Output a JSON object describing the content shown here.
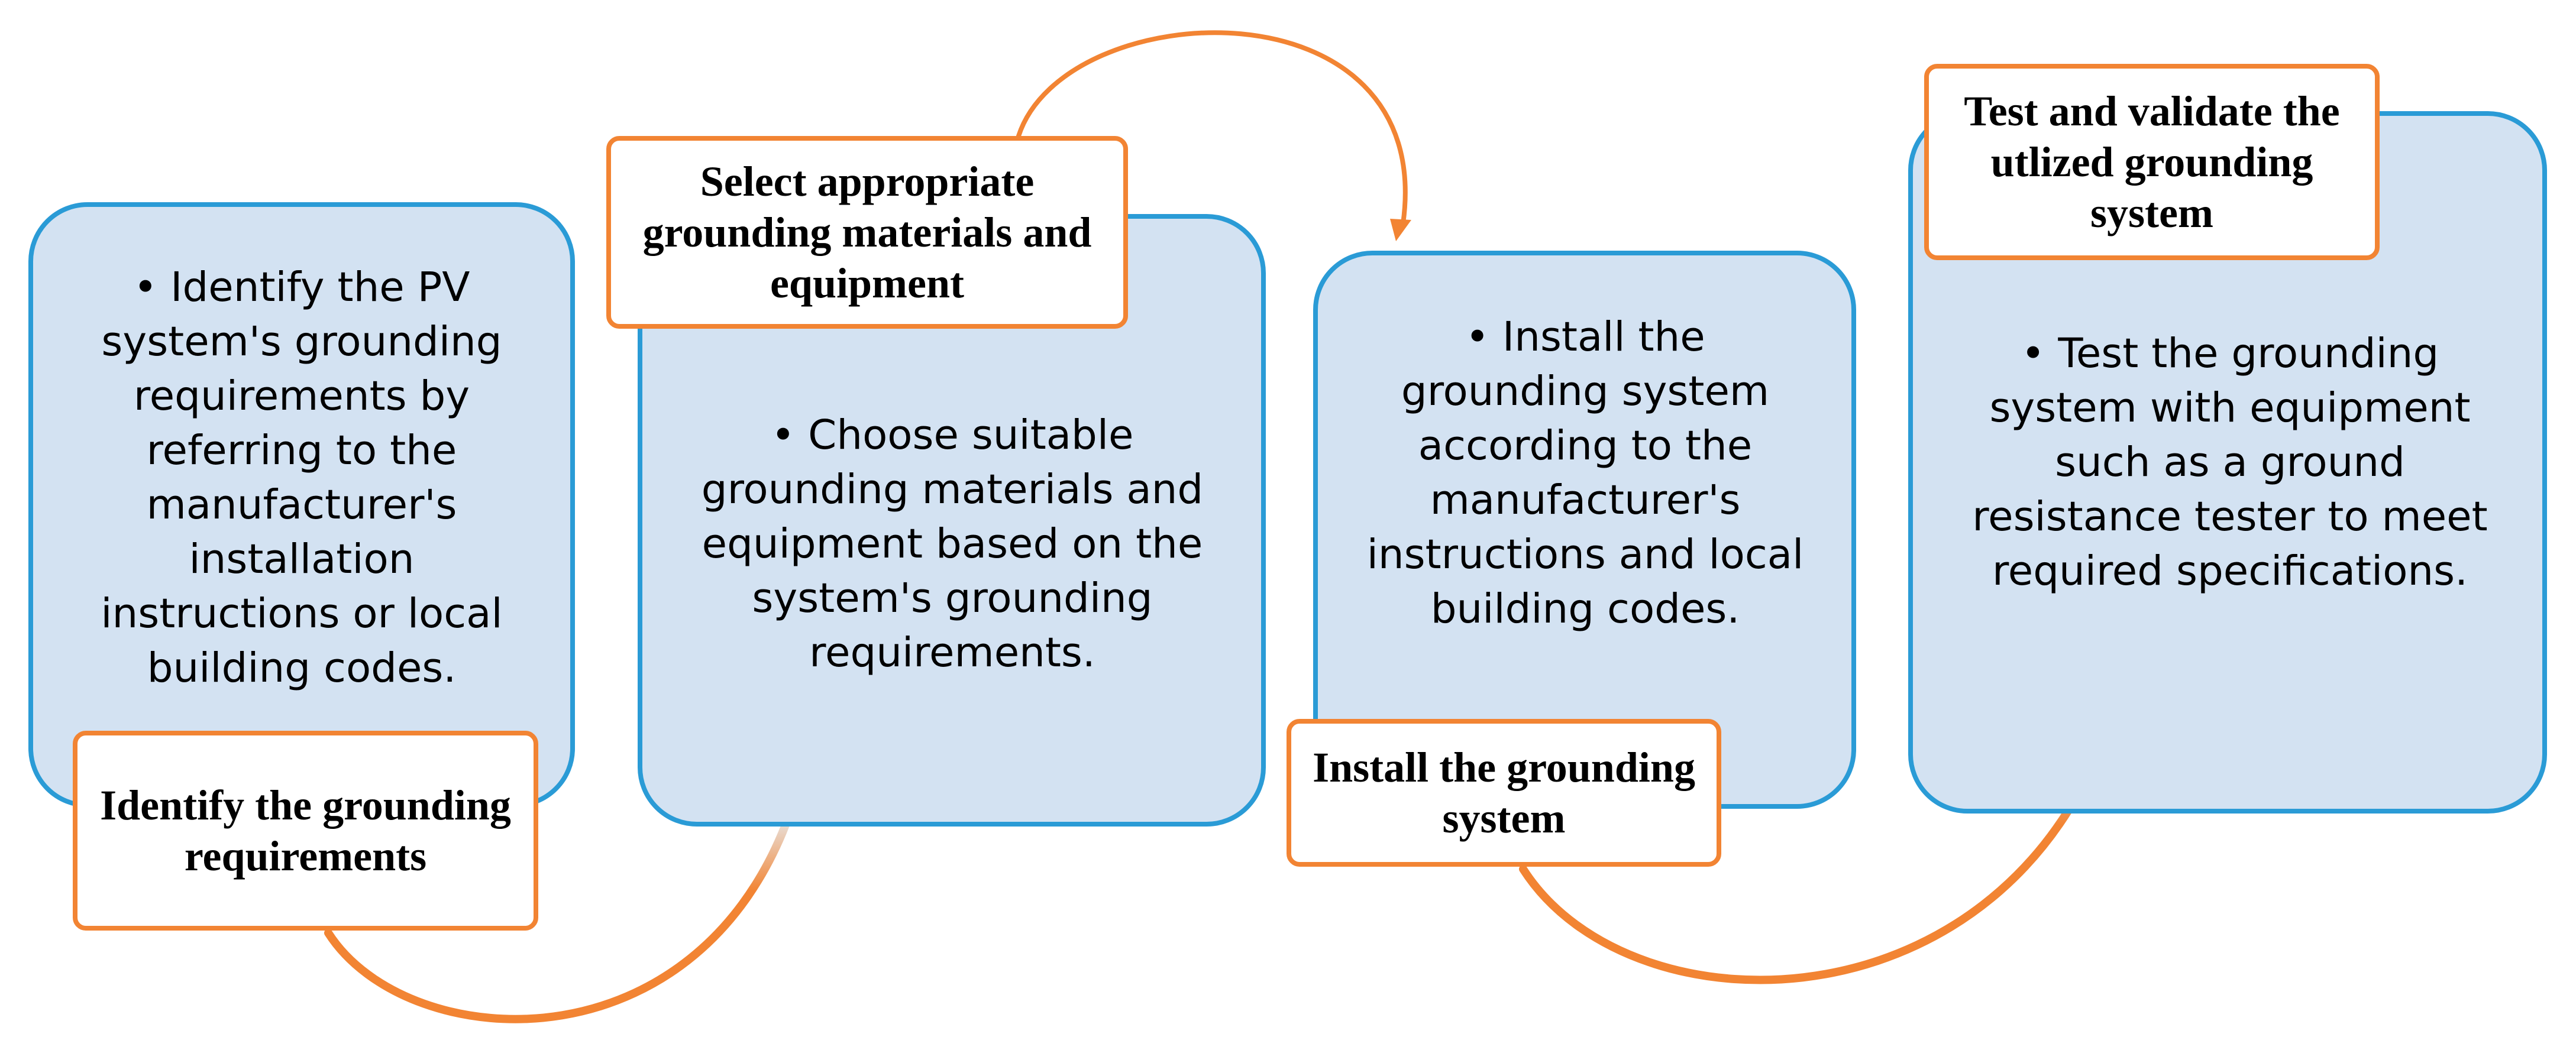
{
  "colors": {
    "box_fill": "#d3e2f2",
    "box_border": "#2a9bd6",
    "title_border": "#f28433",
    "connector": "#f28433"
  },
  "steps": [
    {
      "title": "Identify the grounding requirements",
      "description": "• Identify the PV system's grounding requirements by referring to the manufacturer's installation instructions or local building codes."
    },
    {
      "title": "Select appropriate grounding materials and equipment",
      "description": "• Choose suitable grounding materials and equipment based on the system's grounding requirements."
    },
    {
      "title": "Install the grounding system",
      "description": "• Install the grounding system according to the manufacturer's instructions and local building codes."
    },
    {
      "title": "Test and validate the utlized grounding system",
      "description": "• Test the grounding system with equipment such as a ground resistance tester to meet required specifications."
    }
  ]
}
